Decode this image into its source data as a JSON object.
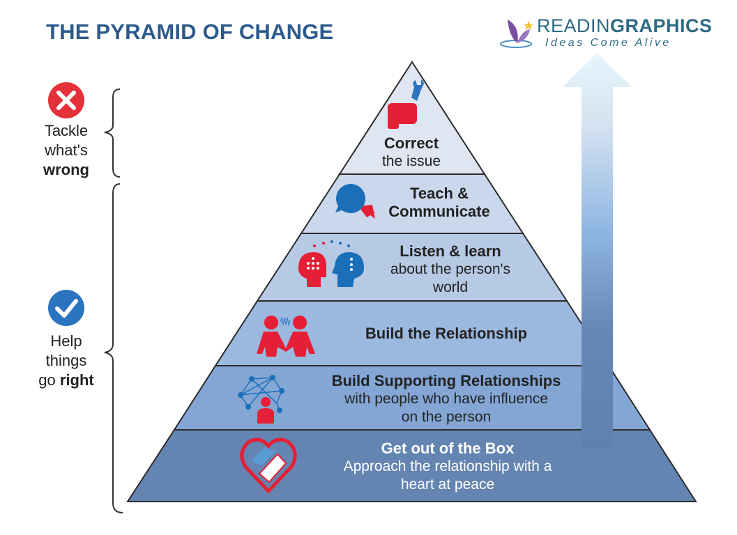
{
  "title": "THE PYRAMID OF CHANGE",
  "logo": {
    "brand_light": "READIN",
    "brand_bold": "GRAPHICS",
    "tagline": "Ideas Come Alive"
  },
  "side_groups": [
    {
      "icon": "x-circle-icon",
      "line1": "Tackle",
      "line2": "what's",
      "line3_bold": "wrong",
      "color": "#e5323a"
    },
    {
      "icon": "check-circle-icon",
      "line1": "Help",
      "line2": "things",
      "line3": "go ",
      "line3_bold": "right",
      "color": "#2b74c0"
    }
  ],
  "levels": [
    {
      "heading": "Correct",
      "sub": "the issue",
      "icon": "fist-wrench-icon",
      "color": "#dfe6f1"
    },
    {
      "heading": "Teach &",
      "heading2": "Communicate",
      "icon": "speech-bubbles-icon",
      "color": "#cbd7ea"
    },
    {
      "heading": "Listen & learn",
      "sub": "about the person's",
      "sub2": "world",
      "icon": "two-heads-icon",
      "color": "#b6c9e5"
    },
    {
      "heading": "Build the Relationship",
      "icon": "two-people-icon",
      "color": "#9bb8df"
    },
    {
      "heading": "Build Supporting Relationships",
      "sub": "with people who have influence",
      "sub2": "on the person",
      "icon": "network-person-icon",
      "color": "#84a6d5"
    },
    {
      "heading": "Get out of the Box",
      "sub": "Approach the relationship with a",
      "sub2": "heart at peace",
      "icon": "heart-handshake-icon",
      "color": "#6485b1"
    }
  ]
}
